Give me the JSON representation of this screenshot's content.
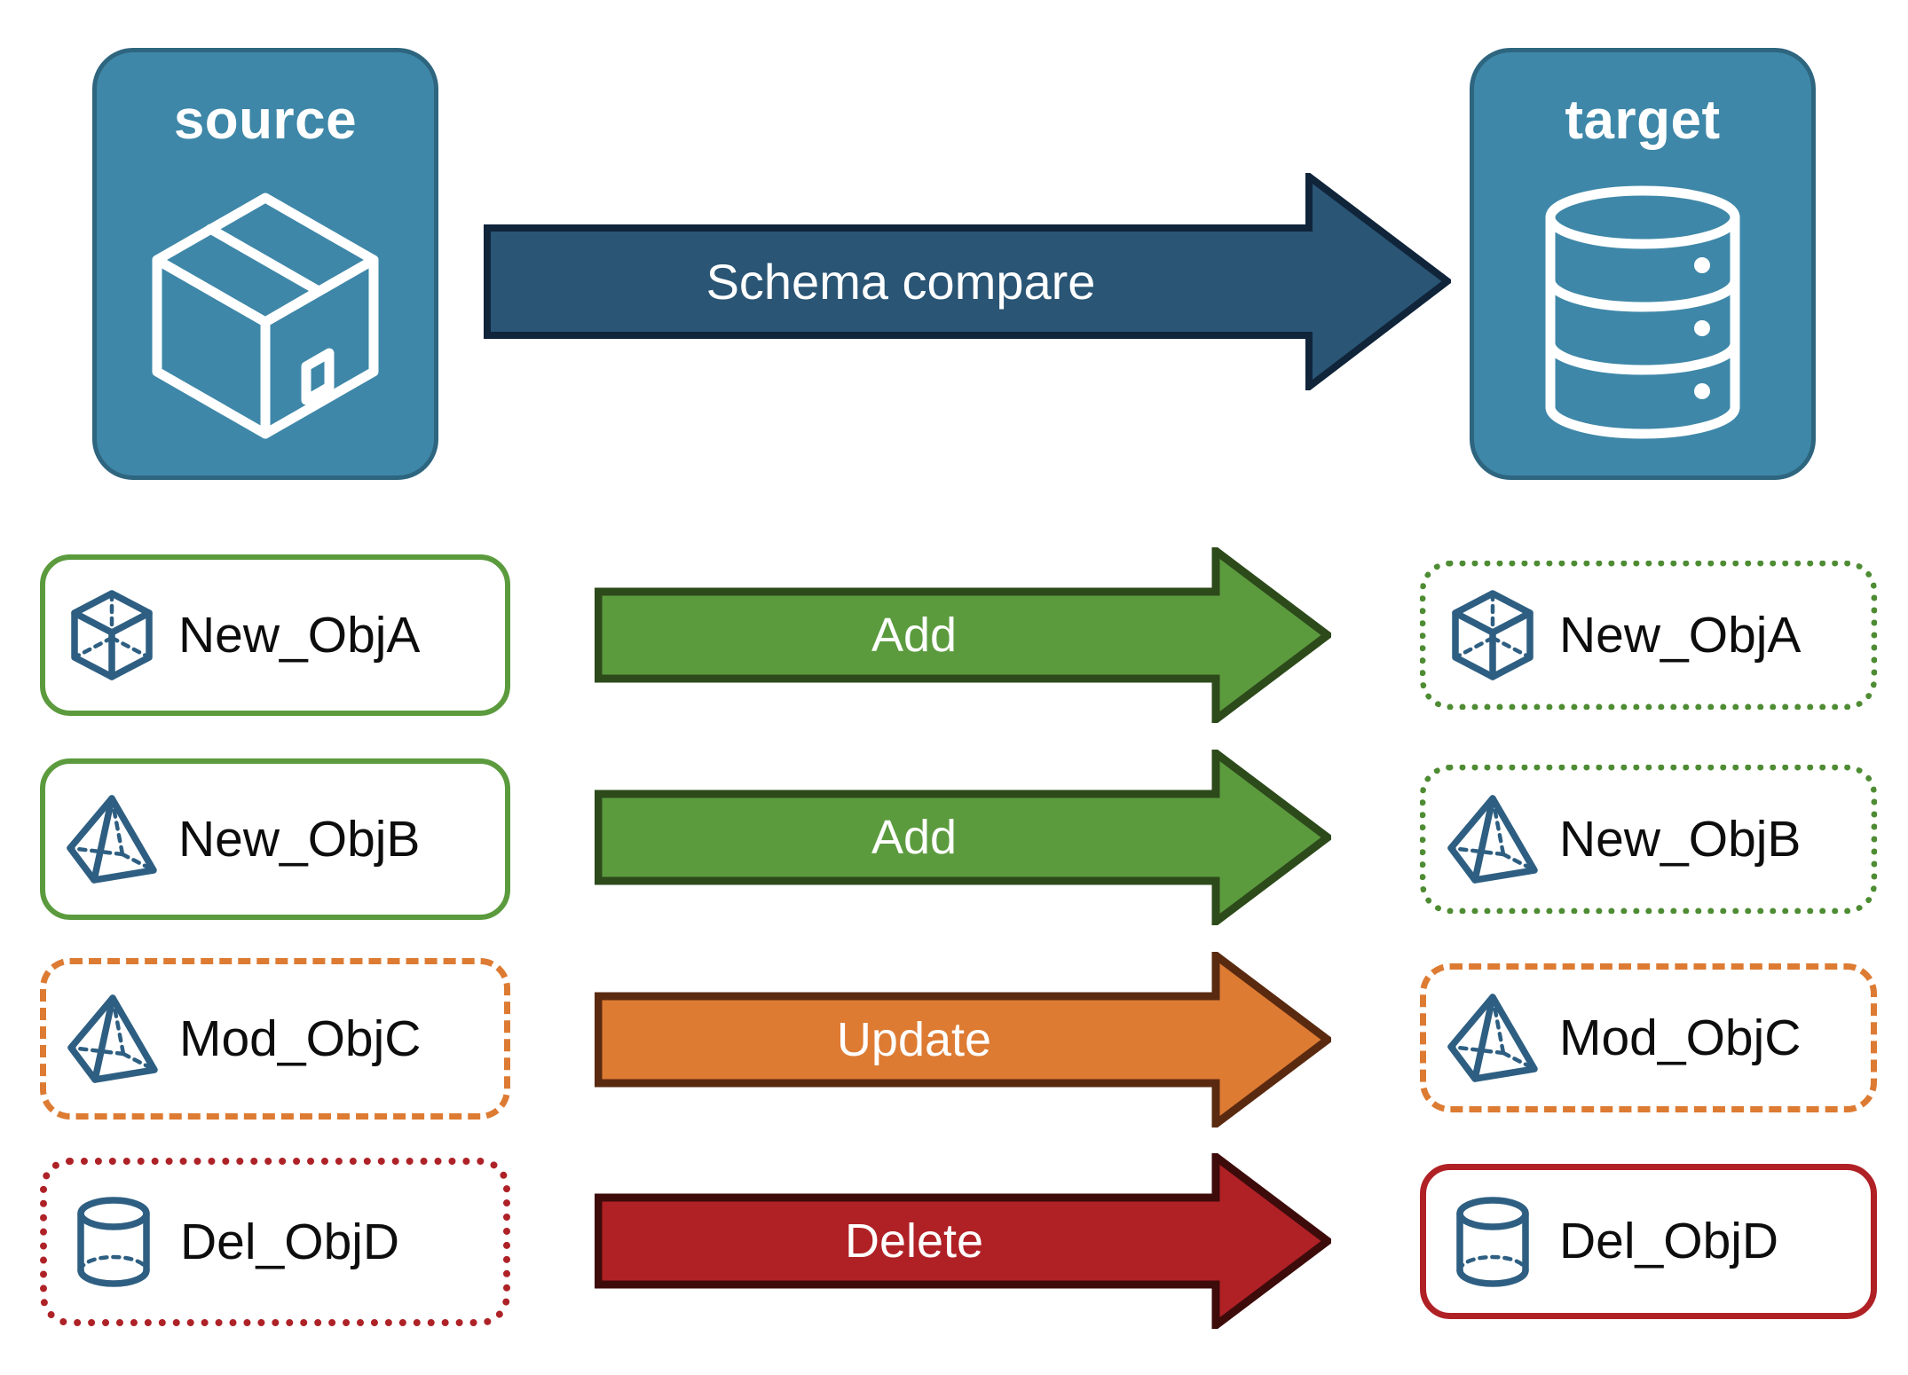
{
  "diagram": {
    "title": "Schema compare",
    "background_color": "#FFFFFF"
  },
  "endpoints": {
    "source": {
      "label": "source",
      "icon": "package-box-icon",
      "fill_color": "#3E87A8",
      "border_color": "#2E657F",
      "text_color": "#FFFFFF"
    },
    "target": {
      "label": "target",
      "icon": "database-cylinder-icon",
      "fill_color": "#3E87A8",
      "border_color": "#2E657F",
      "text_color": "#FFFFFF"
    }
  },
  "main_arrow": {
    "label": "Schema compare",
    "fill_color": "#2A5575",
    "stroke_color": "#10243A",
    "text_color": "#FFFFFF"
  },
  "rows": [
    {
      "action": "Add",
      "arrow_fill": "#5B9B3E",
      "arrow_stroke": "#2D4A1B",
      "source": {
        "label": "New_ObjA",
        "icon": "wireframe-cube-icon",
        "border_style": "solid",
        "border_color": "#5B9B3E"
      },
      "target": {
        "label": "New_ObjA",
        "icon": "wireframe-cube-icon",
        "border_style": "dotted",
        "border_color": "#4E8C33"
      }
    },
    {
      "action": "Add",
      "arrow_fill": "#5B9B3E",
      "arrow_stroke": "#2D4A1B",
      "source": {
        "label": "New_ObjB",
        "icon": "wireframe-pyramid-icon",
        "border_style": "solid",
        "border_color": "#5B9B3E"
      },
      "target": {
        "label": "New_ObjB",
        "icon": "wireframe-pyramid-icon",
        "border_style": "dotted",
        "border_color": "#4E8C33"
      }
    },
    {
      "action": "Update",
      "arrow_fill": "#DD7B33",
      "arrow_stroke": "#5A2A10",
      "source": {
        "label": "Mod_ObjC",
        "icon": "wireframe-pyramid-icon",
        "border_style": "dashed",
        "border_color": "#DD7B33"
      },
      "target": {
        "label": "Mod_ObjC",
        "icon": "wireframe-pyramid-icon",
        "border_style": "dashed",
        "border_color": "#DD7B33"
      }
    },
    {
      "action": "Delete",
      "arrow_fill": "#B02126",
      "arrow_stroke": "#3E0B0B",
      "source": {
        "label": "Del_ObjD",
        "icon": "wireframe-cylinder-icon",
        "border_style": "dotted",
        "border_color": "#AE2227"
      },
      "target": {
        "label": "Del_ObjD",
        "icon": "wireframe-cylinder-icon",
        "border_style": "solid",
        "border_color": "#B02126"
      }
    }
  ],
  "palette": {
    "icon_stroke": "#2E5F82",
    "label_text": "#0D0D0D"
  }
}
